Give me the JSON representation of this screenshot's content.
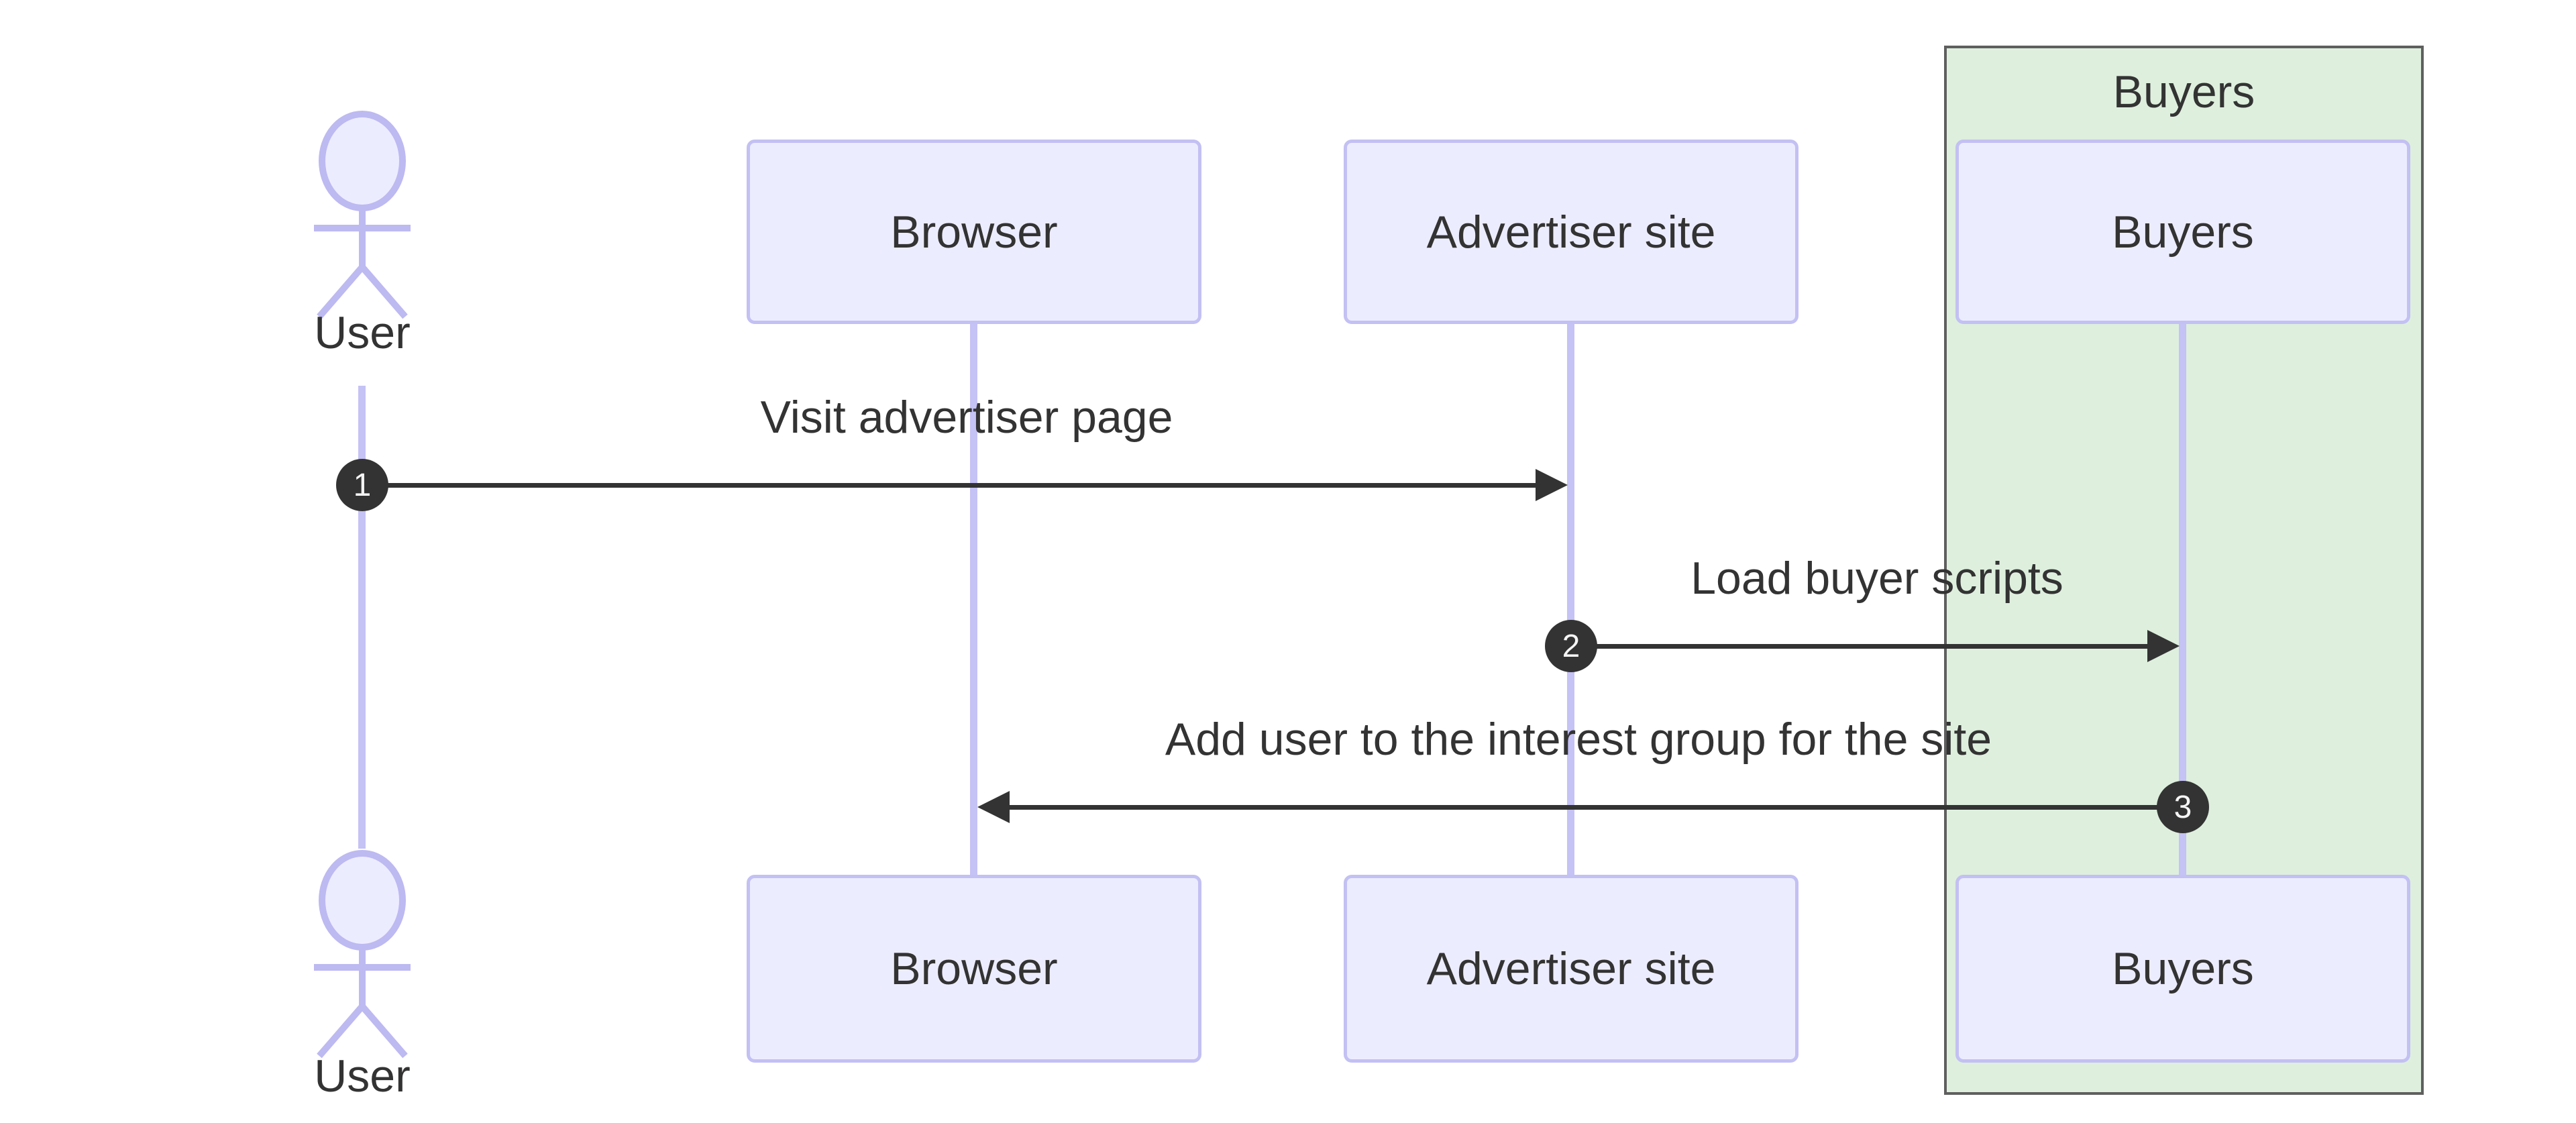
{
  "diagram": {
    "type": "sequence-diagram",
    "actor": {
      "label": "User"
    },
    "participants": [
      {
        "id": "browser",
        "label": "Browser"
      },
      {
        "id": "advertiser",
        "label": "Advertiser site"
      },
      {
        "id": "buyers",
        "label": "Buyers"
      }
    ],
    "group": {
      "label": "Buyers"
    },
    "messages": [
      {
        "seq": "1",
        "from": "User",
        "to": "Advertiser site",
        "label": "Visit advertiser page"
      },
      {
        "seq": "2",
        "from": "Advertiser site",
        "to": "Buyers",
        "label": "Load buyer scripts"
      },
      {
        "seq": "3",
        "from": "Buyers",
        "to": "Browser",
        "label": "Add user to the interest group for the site"
      }
    ],
    "colors": {
      "bg": "#ffffff",
      "text": "#333333",
      "actor-fill": "#ececff",
      "actor-border": "#c3c0f3",
      "lifeline": "#c5c2f5",
      "group-fill": "#deefde",
      "group-border": "#5f5f5f",
      "arrow": "#333333",
      "badge": "#333333"
    }
  }
}
